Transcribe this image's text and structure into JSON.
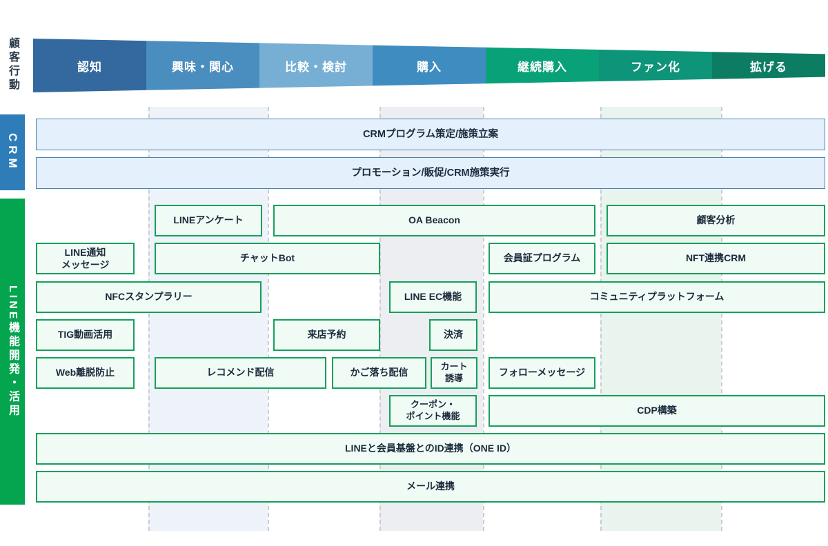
{
  "header": {
    "rail_label": "顧客行動",
    "stages": [
      {
        "label": "認知",
        "color": "#33699e"
      },
      {
        "label": "興味・関心",
        "color": "#4a8dbf"
      },
      {
        "label": "比較・検討",
        "color": "#76aed4"
      },
      {
        "label": "購入",
        "color": "#3f8cc0"
      },
      {
        "label": "継続購入",
        "color": "#09a178"
      },
      {
        "label": "ファン化",
        "color": "#0e9478"
      },
      {
        "label": "拡げる",
        "color": "#0c7c63"
      }
    ]
  },
  "crm": {
    "rail_label": "CRM",
    "rail_color": "#2e7cb8",
    "rows": [
      {
        "label": "CRMプログラム策定/施策立案"
      },
      {
        "label": "プロモーション/販促/CRM施策実行"
      }
    ]
  },
  "line": {
    "rail_label": "LINE機能開発・活用",
    "rail_color": "#05a550",
    "boxes": [
      {
        "label": "LINEアンケート"
      },
      {
        "label": "OA Beacon"
      },
      {
        "label": "顧客分析"
      },
      {
        "label": "LINE通知\nメッセージ"
      },
      {
        "label": "チャットBot"
      },
      {
        "label": "会員証プログラム"
      },
      {
        "label": "NFT連携CRM"
      },
      {
        "label": "NFCスタンプラリー"
      },
      {
        "label": "LINE EC機能"
      },
      {
        "label": "コミュニティプラットフォーム"
      },
      {
        "label": "TIG動画活用"
      },
      {
        "label": "来店予約"
      },
      {
        "label": "決済"
      },
      {
        "label": "Web離脱防止"
      },
      {
        "label": "レコメンド配信"
      },
      {
        "label": "かご落ち配信"
      },
      {
        "label": "カート\n誘導"
      },
      {
        "label": "フォローメッセージ"
      },
      {
        "label": "クーポン・\nポイント機能"
      },
      {
        "label": "CDP構築"
      },
      {
        "label": "LINEと会員基盤とのID連携（ONE ID）"
      },
      {
        "label": "メール連携"
      }
    ]
  },
  "colors": {
    "band_blue": "#eef4fb",
    "band_green": "#e9f5ef",
    "band_gray": "#eceef0",
    "dashed": "#c9cdd2"
  }
}
